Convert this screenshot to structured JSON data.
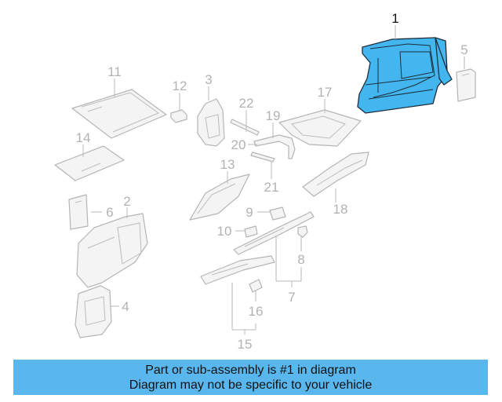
{
  "diagram": {
    "highlight_color": "#43b6f0",
    "callouts": [
      {
        "id": "1",
        "label": "1",
        "highlighted": true
      },
      {
        "id": "2",
        "label": "2",
        "highlighted": false
      },
      {
        "id": "3",
        "label": "3",
        "highlighted": false
      },
      {
        "id": "4",
        "label": "4",
        "highlighted": false
      },
      {
        "id": "5",
        "label": "5",
        "highlighted": false
      },
      {
        "id": "6",
        "label": "6",
        "highlighted": false
      },
      {
        "id": "7",
        "label": "7",
        "highlighted": false
      },
      {
        "id": "8",
        "label": "8",
        "highlighted": false
      },
      {
        "id": "9",
        "label": "9",
        "highlighted": false
      },
      {
        "id": "10",
        "label": "10",
        "highlighted": false
      },
      {
        "id": "11",
        "label": "11",
        "highlighted": false
      },
      {
        "id": "12",
        "label": "12",
        "highlighted": false
      },
      {
        "id": "13",
        "label": "13",
        "highlighted": false
      },
      {
        "id": "14",
        "label": "14",
        "highlighted": false
      },
      {
        "id": "15",
        "label": "15",
        "highlighted": false
      },
      {
        "id": "16",
        "label": "16",
        "highlighted": false
      },
      {
        "id": "17",
        "label": "17",
        "highlighted": false
      },
      {
        "id": "18",
        "label": "18",
        "highlighted": false
      },
      {
        "id": "19",
        "label": "19",
        "highlighted": false
      },
      {
        "id": "20",
        "label": "20",
        "highlighted": false
      },
      {
        "id": "21",
        "label": "21",
        "highlighted": false
      },
      {
        "id": "22",
        "label": "22",
        "highlighted": false
      }
    ]
  },
  "banner": {
    "color": "#5ab7ee",
    "line1": "Part or sub-assembly is #1 in diagram",
    "line2": "Diagram may not be specific to your vehicle"
  }
}
